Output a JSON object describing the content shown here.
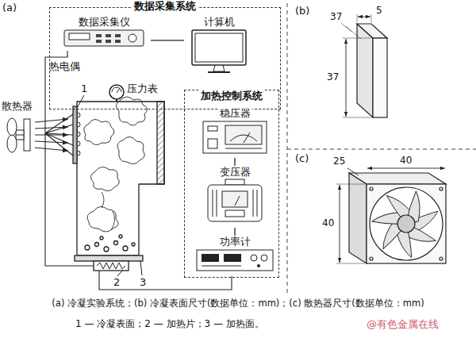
{
  "diagram": {
    "caption": "(a) 冷凝实验系统；(b) 冷凝表面尺寸(数据单位：mm)；(c) 散热器尺寸(数据单位：mm)",
    "nodes": [
      {
        "text": [
          "数据采集系统"
        ]
      },
      {
        "text": [
          "数据采集仪"
        ],
        "in": 0
      },
      {
        "text": [
          "计算机"
        ],
        "in": 0
      },
      {
        "text": [
          "加热控制系统"
        ]
      },
      {
        "text": [
          "稳压器"
        ],
        "in": 3
      },
      {
        "text": [
          "变压器"
        ],
        "in": 3
      },
      {
        "text": [
          "功率计"
        ],
        "in": 3
      }
    ],
    "edges": [
      {
        "from": 1,
        "to": 2,
        "arrow": "none"
      },
      {
        "from": 4,
        "to": 5,
        "arrow": "none"
      },
      {
        "from": 5,
        "to": 6,
        "arrow": "none"
      }
    ],
    "labels": [
      "(a)",
      "热电偶",
      "散热器",
      "压力表",
      "1",
      "2",
      "3",
      "(b)",
      "37",
      "5",
      "37",
      "(c)",
      "25",
      "40",
      "40",
      "1 — 冷凝表面；2 — 加热片；3 — 加热面。",
      "@有色金属在线"
    ]
  }
}
